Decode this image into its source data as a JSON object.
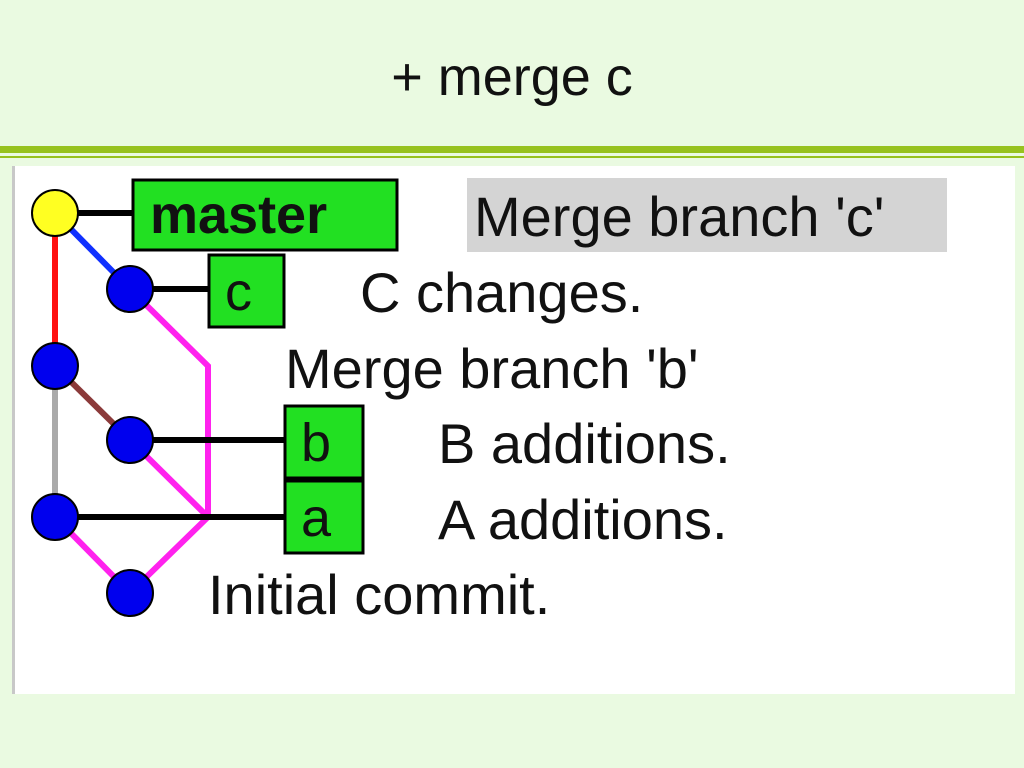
{
  "slide": {
    "title": "+ merge c"
  },
  "colors": {
    "background": "#eafae1",
    "accent_rule": "#97c21e",
    "ref_label_bg": "#22e022",
    "head_node": "#ffff22",
    "commit_node": "#0000ee",
    "selected_row_bg": "#d4d4d4"
  },
  "graph": {
    "refs": {
      "master": "master",
      "c": "c",
      "b": "b",
      "a": "a"
    },
    "commits": [
      {
        "message": "Merge branch 'c'",
        "selected": true,
        "head": true
      },
      {
        "message": "C changes."
      },
      {
        "message": "Merge branch 'b'"
      },
      {
        "message": "B additions."
      },
      {
        "message": "A additions."
      },
      {
        "message": "Initial commit."
      }
    ]
  }
}
